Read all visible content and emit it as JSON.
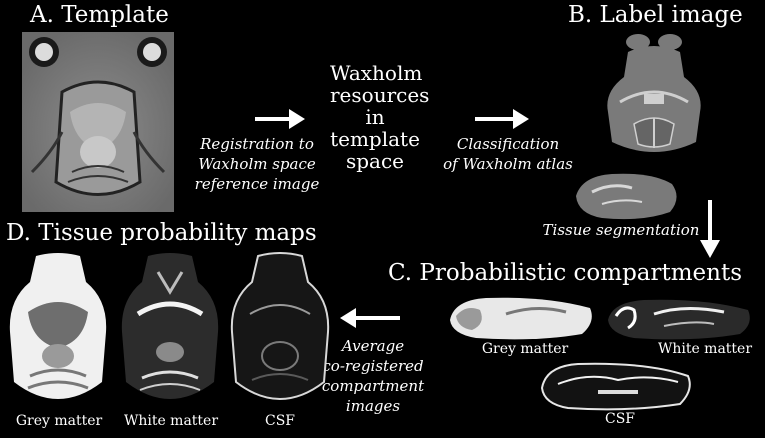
{
  "panels": {
    "template": {
      "title": "A. Template"
    },
    "label_image": {
      "title": "B. Label image"
    },
    "compartments": {
      "title": "C. Probabilistic compartments",
      "captions": [
        "Grey matter",
        "White matter",
        "CSF"
      ]
    },
    "tpm": {
      "title": "D. Tissue probability maps",
      "captions": [
        "Grey matter",
        "White matter",
        "CSF"
      ]
    }
  },
  "center": {
    "lines": [
      "Waxholm",
      "resources",
      "in",
      "template",
      "space"
    ]
  },
  "arrows": {
    "registration": [
      "Registration to",
      "Waxholm space",
      "reference image"
    ],
    "classification": [
      "Classification",
      "of Waxholm atlas"
    ],
    "segmentation": [
      "Tissue segmentation"
    ],
    "average": [
      "Average",
      "co-registered",
      "compartment",
      "images"
    ]
  },
  "colors": {
    "background": "#000000",
    "text": "#ffffff",
    "label_grey": "#7a7a7a"
  }
}
